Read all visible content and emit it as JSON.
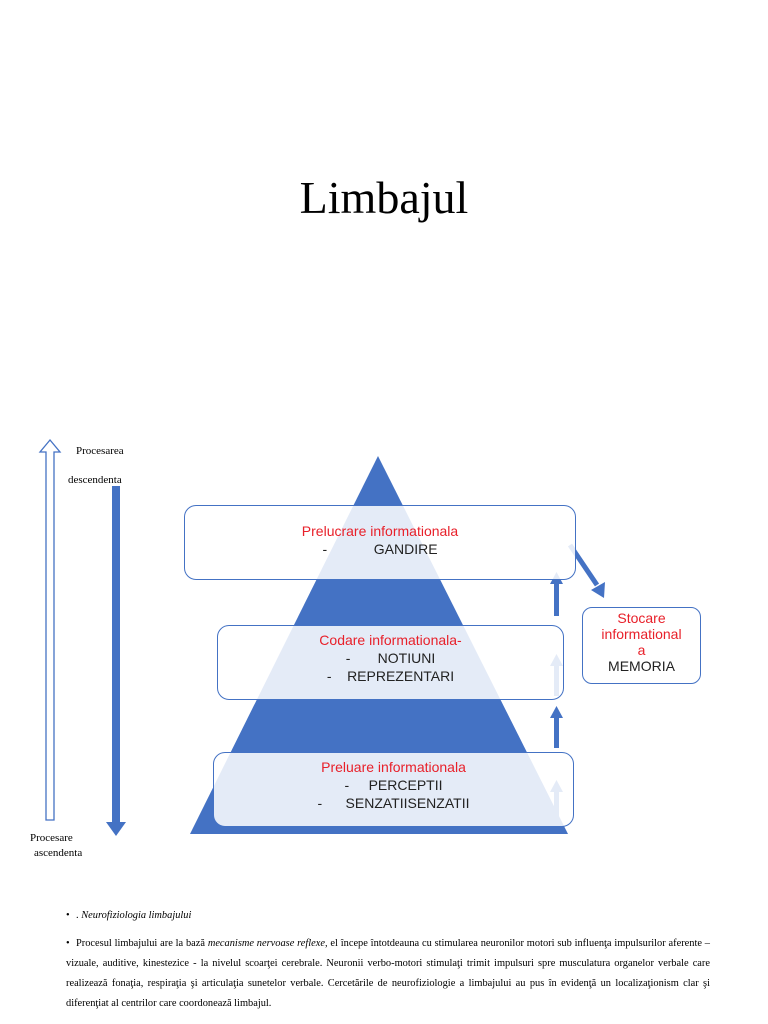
{
  "title": "Limbajul",
  "diagram": {
    "label_top_line1": "Procesarea",
    "label_top_line2": "descendenta",
    "label_bottom_line1": "Procesare",
    "label_bottom_line2": "ascendenta",
    "levels": [
      {
        "head": "Prelucrare informationala",
        "lines": [
          "-            GANDIRE"
        ]
      },
      {
        "head": "Codare informationala-",
        "lines": [
          "-       NOTIUNI",
          "-    REPREZENTARI"
        ]
      },
      {
        "head": "Preluare informationala",
        "lines": [
          "-     PERCEPTII",
          "-      SENZATIISENZATII"
        ]
      }
    ],
    "memory": {
      "head_line1": "Stocare",
      "head_line2": "informational",
      "head_line3": "a",
      "value": "MEMORIA"
    },
    "colors": {
      "accent": "#4472c4",
      "red": "#e8202a"
    }
  },
  "text": {
    "bullet_char": "•",
    "item1_prefix": ". ",
    "item1_italic": "Neurofiziologia limbajului",
    "item2_start": "Procesul limbajului are la bază ",
    "item2_italic": "mecanisme nervoase reflexe,",
    "item2_rest": " el începe întotdeauna cu stimularea neuronilor motori sub influenţa impulsurilor aferente – vizuale, auditive, kinestezice - la nivelul scoarţei cerebrale. Neuronii verbo-motori stimulaţi trimit impulsuri spre musculatura organelor verbale care realizează fonaţia, respiraţia şi articulaţia sunetelor verbale. Cercetările de neurofiziologie a limbajului au pus în evidenţă un localizaţionism clar şi diferenţiat al centrilor care coordonează limbajul."
  }
}
